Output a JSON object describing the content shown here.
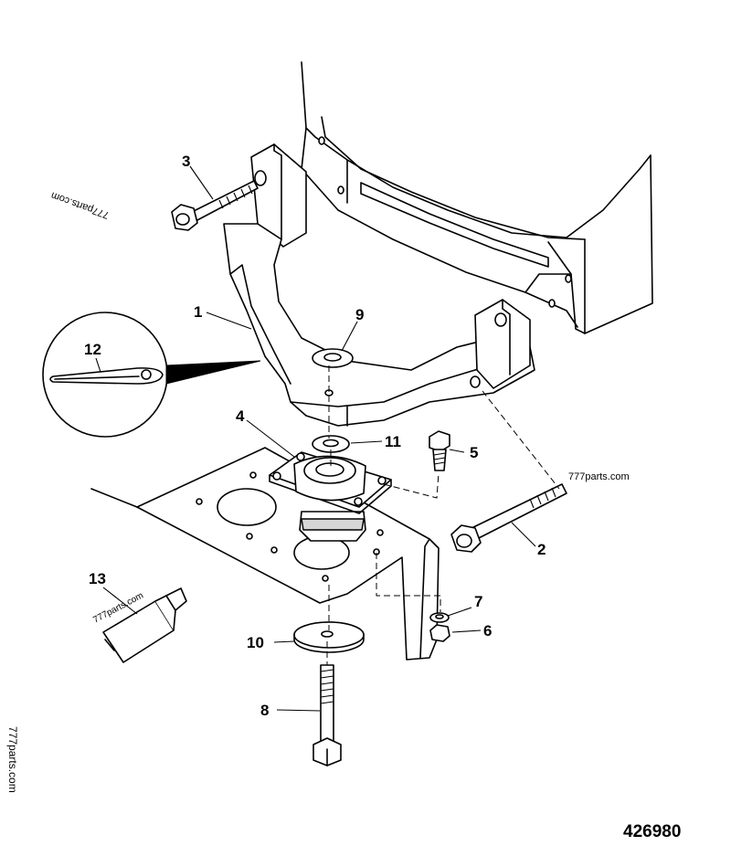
{
  "callouts": [
    {
      "id": "1",
      "label": "1"
    },
    {
      "id": "2",
      "label": "2"
    },
    {
      "id": "3",
      "label": "3"
    },
    {
      "id": "4",
      "label": "4"
    },
    {
      "id": "5",
      "label": "5"
    },
    {
      "id": "6",
      "label": "6"
    },
    {
      "id": "7",
      "label": "7"
    },
    {
      "id": "8",
      "label": "8"
    },
    {
      "id": "9",
      "label": "9"
    },
    {
      "id": "10",
      "label": "10"
    },
    {
      "id": "11",
      "label": "11"
    },
    {
      "id": "12",
      "label": "12"
    },
    {
      "id": "13",
      "label": "13"
    }
  ],
  "watermarks": {
    "top_left": "777parts.com",
    "center_right": "777parts.com",
    "tube": "777parts.com",
    "left_edge": "777parts.com"
  },
  "figure_number": "426980"
}
